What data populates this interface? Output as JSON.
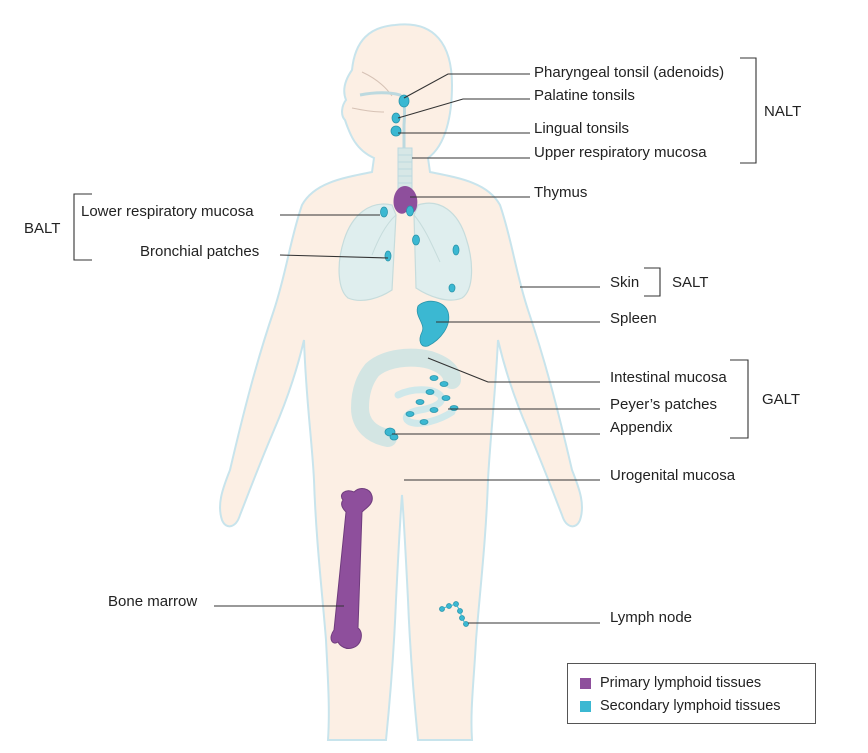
{
  "labels": {
    "pharyngeal": "Pharyngeal tonsil (adenoids)",
    "palatine": "Palatine tonsils",
    "lingual": "Lingual tonsils",
    "upper_resp": "Upper respiratory mucosa",
    "thymus": "Thymus",
    "lower_resp": "Lower respiratory mucosa",
    "bronchial": "Bronchial patches",
    "skin": "Skin",
    "spleen": "Spleen",
    "intestinal": "Intestinal mucosa",
    "peyers": "Peyer’s patches",
    "appendix": "Appendix",
    "urogenital": "Urogenital mucosa",
    "bone_marrow": "Bone marrow",
    "lymph_node": "Lymph node"
  },
  "groups": {
    "nalt": "NALT",
    "balt": "BALT",
    "salt": "SALT",
    "galt": "GALT"
  },
  "legend": {
    "items": [
      {
        "label": "Primary lymphoid tissues",
        "color": "#8e4f9c"
      },
      {
        "label": "Secondary lymphoid tissues",
        "color": "#3bb8d2"
      }
    ]
  },
  "colors": {
    "body_fill": "#fcefe4",
    "body_outline": "#c5e3ec",
    "primary": "#8e4f9c",
    "secondary": "#3bb8d2",
    "organ_fill": "#dfeeee"
  }
}
